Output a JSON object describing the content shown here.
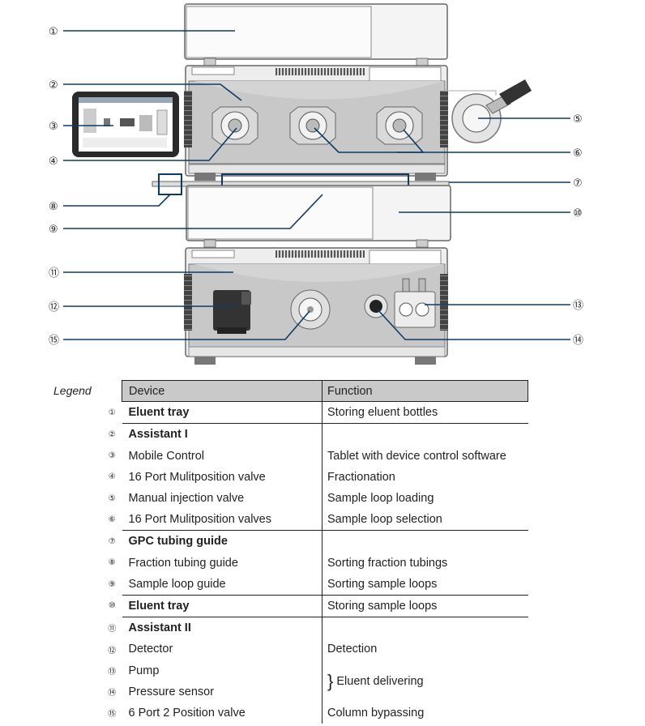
{
  "callouts": [
    "①",
    "②",
    "③",
    "④",
    "⑤",
    "⑥",
    "⑦",
    "⑧",
    "⑨",
    "⑩",
    "⑪",
    "⑫",
    "⑬",
    "⑭",
    "⑮"
  ],
  "legend": {
    "label": "Legend",
    "headers": {
      "device": "Device",
      "function": "Function"
    },
    "rows": [
      {
        "num": "①",
        "device": "Eluent tray",
        "function": "Storing eluent bottles",
        "bold": true,
        "sep": true
      },
      {
        "num": "②",
        "device": "Assistant I",
        "function": "",
        "bold": true,
        "sep": false
      },
      {
        "num": "③",
        "device": "Mobile Control",
        "function": "Tablet with device control software",
        "bold": false,
        "sep": false
      },
      {
        "num": "④",
        "device": "16 Port Mulitposition valve",
        "function": "Fractionation",
        "bold": false,
        "sep": false
      },
      {
        "num": "⑤",
        "device": "Manual injection valve",
        "function": "Sample loop loading",
        "bold": false,
        "sep": false
      },
      {
        "num": "⑥",
        "device": "16 Port Mulitposition valves",
        "function": "Sample loop selection",
        "bold": false,
        "sep": true
      },
      {
        "num": "⑦",
        "device": "GPC tubing guide",
        "function": "",
        "bold": true,
        "sep": false
      },
      {
        "num": "⑧",
        "device": "Fraction tubing guide",
        "function": "Sorting fraction tubings",
        "bold": false,
        "sep": false
      },
      {
        "num": "⑨",
        "device": "Sample loop guide",
        "function": "Sorting sample loops",
        "bold": false,
        "sep": true
      },
      {
        "num": "⑩",
        "device": "Eluent tray",
        "function": "Storing sample loops",
        "bold": true,
        "sep": true
      },
      {
        "num": "⑪",
        "device": "Assistant II",
        "function": "",
        "bold": true,
        "sep": false
      },
      {
        "num": "⑫",
        "device": "Detector",
        "function": "Detection",
        "bold": false,
        "sep": false
      },
      {
        "num": "⑬",
        "device": "Pump",
        "function": "",
        "bold": false,
        "sep": false
      },
      {
        "num": "⑭",
        "device": "Pressure sensor",
        "function": "",
        "bold": false,
        "sep": false
      },
      {
        "num": "⑮",
        "device": "6 Port 2 Position valve",
        "function": "Column bypassing",
        "bold": false,
        "sep": false
      }
    ],
    "brace_text": "Eluent delivering"
  }
}
